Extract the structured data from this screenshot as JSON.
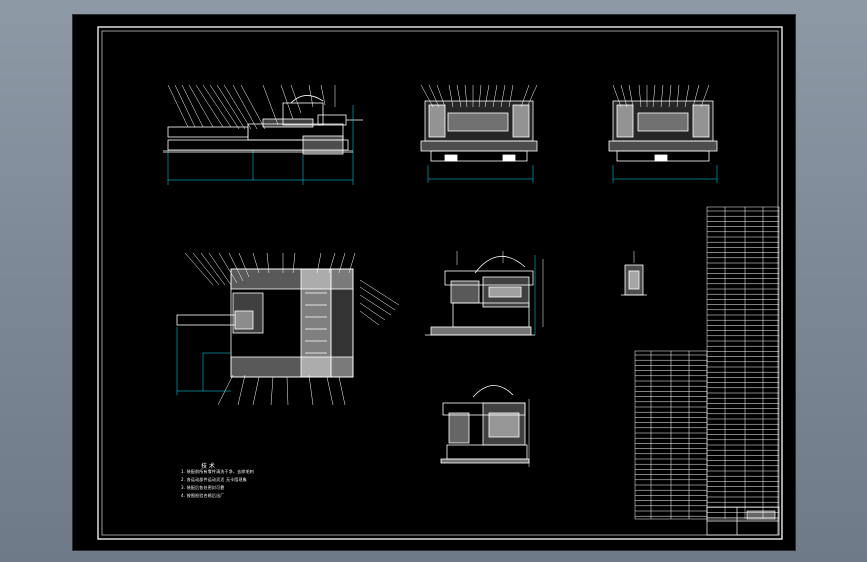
{
  "screen": {
    "background_colors": [
      "#8e99a6",
      "#6f7a88"
    ],
    "canvas_color": "#000000",
    "line_color": "#ffffff",
    "dimension_color": "#00e5ff"
  },
  "drawing": {
    "notes_title": "技 术",
    "notes": [
      "1. 装配前所有零件清洗干净，去除毛刺",
      "2. 各运动部件运动灵活 无卡阻现象",
      "3. 装配后各处密封可靠",
      "4. 按图检验合格后出厂"
    ],
    "title_block_label": "装配图"
  }
}
